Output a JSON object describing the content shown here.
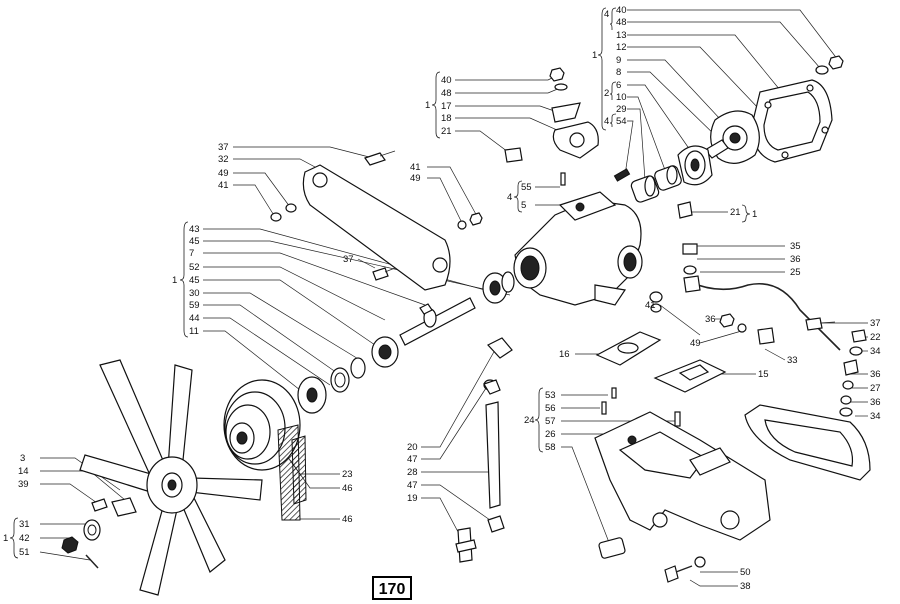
{
  "page_number": "170",
  "labels": [
    {
      "id": "l40a",
      "text": "40"
    },
    {
      "id": "l48a",
      "text": "48"
    },
    {
      "id": "l13",
      "text": "13"
    },
    {
      "id": "l12",
      "text": "12"
    },
    {
      "id": "l9",
      "text": "9"
    },
    {
      "id": "l8",
      "text": "8"
    },
    {
      "id": "l6",
      "text": "6"
    },
    {
      "id": "l10",
      "text": "10"
    },
    {
      "id": "l29",
      "text": "29"
    },
    {
      "id": "l54",
      "text": "54"
    },
    {
      "id": "l40b",
      "text": "40"
    },
    {
      "id": "l48b",
      "text": "48"
    },
    {
      "id": "l17",
      "text": "17"
    },
    {
      "id": "l18",
      "text": "18"
    },
    {
      "id": "l21a",
      "text": "21"
    },
    {
      "id": "l37a",
      "text": "37"
    },
    {
      "id": "l32",
      "text": "32"
    },
    {
      "id": "l49a",
      "text": "49"
    },
    {
      "id": "l41a",
      "text": "41"
    },
    {
      "id": "l41b",
      "text": "41"
    },
    {
      "id": "l49b",
      "text": "49"
    },
    {
      "id": "l55",
      "text": "55"
    },
    {
      "id": "l5",
      "text": "5"
    },
    {
      "id": "l21b",
      "text": "21"
    },
    {
      "id": "l43",
      "text": "43"
    },
    {
      "id": "l45a",
      "text": "45"
    },
    {
      "id": "l7",
      "text": "7"
    },
    {
      "id": "l52",
      "text": "52"
    },
    {
      "id": "l45b",
      "text": "45"
    },
    {
      "id": "l30",
      "text": "30"
    },
    {
      "id": "l59",
      "text": "59"
    },
    {
      "id": "l44",
      "text": "44"
    },
    {
      "id": "l11",
      "text": "11"
    },
    {
      "id": "l37b",
      "text": "37"
    },
    {
      "id": "l35",
      "text": "35"
    },
    {
      "id": "l36a",
      "text": "36"
    },
    {
      "id": "l25",
      "text": "25"
    },
    {
      "id": "l36b",
      "text": "36"
    },
    {
      "id": "l41c",
      "text": "41"
    },
    {
      "id": "l49c",
      "text": "49"
    },
    {
      "id": "l33",
      "text": "33"
    },
    {
      "id": "l37c",
      "text": "37"
    },
    {
      "id": "l22",
      "text": "22"
    },
    {
      "id": "l34a",
      "text": "34"
    },
    {
      "id": "l36c",
      "text": "36"
    },
    {
      "id": "l27",
      "text": "27"
    },
    {
      "id": "l36d",
      "text": "36"
    },
    {
      "id": "l34b",
      "text": "34"
    },
    {
      "id": "l16",
      "text": "16"
    },
    {
      "id": "l15",
      "text": "15"
    },
    {
      "id": "l53",
      "text": "53"
    },
    {
      "id": "l56",
      "text": "56"
    },
    {
      "id": "l57",
      "text": "57"
    },
    {
      "id": "l26",
      "text": "26"
    },
    {
      "id": "l58",
      "text": "58"
    },
    {
      "id": "l20",
      "text": "20"
    },
    {
      "id": "l47a",
      "text": "47"
    },
    {
      "id": "l28",
      "text": "28"
    },
    {
      "id": "l47b",
      "text": "47"
    },
    {
      "id": "l19",
      "text": "19"
    },
    {
      "id": "l23",
      "text": "23"
    },
    {
      "id": "l46a",
      "text": "46"
    },
    {
      "id": "l46b",
      "text": "46"
    },
    {
      "id": "l3",
      "text": "3"
    },
    {
      "id": "l14",
      "text": "14"
    },
    {
      "id": "l39",
      "text": "39"
    },
    {
      "id": "l31",
      "text": "31"
    },
    {
      "id": "l42",
      "text": "42"
    },
    {
      "id": "l51",
      "text": "51"
    },
    {
      "id": "l50",
      "text": "50"
    },
    {
      "id": "l38",
      "text": "38"
    }
  ],
  "group_marks": [
    {
      "id": "g4a",
      "text": "4"
    },
    {
      "id": "g1a",
      "text": "1"
    },
    {
      "id": "g2",
      "text": "2"
    },
    {
      "id": "g4b",
      "text": "4"
    },
    {
      "id": "g1b",
      "text": "1"
    },
    {
      "id": "g4c",
      "text": "4"
    },
    {
      "id": "g1c",
      "text": "1"
    },
    {
      "id": "g1d",
      "text": "1"
    },
    {
      "id": "g24",
      "text": "24"
    },
    {
      "id": "g1e",
      "text": "1"
    }
  ]
}
